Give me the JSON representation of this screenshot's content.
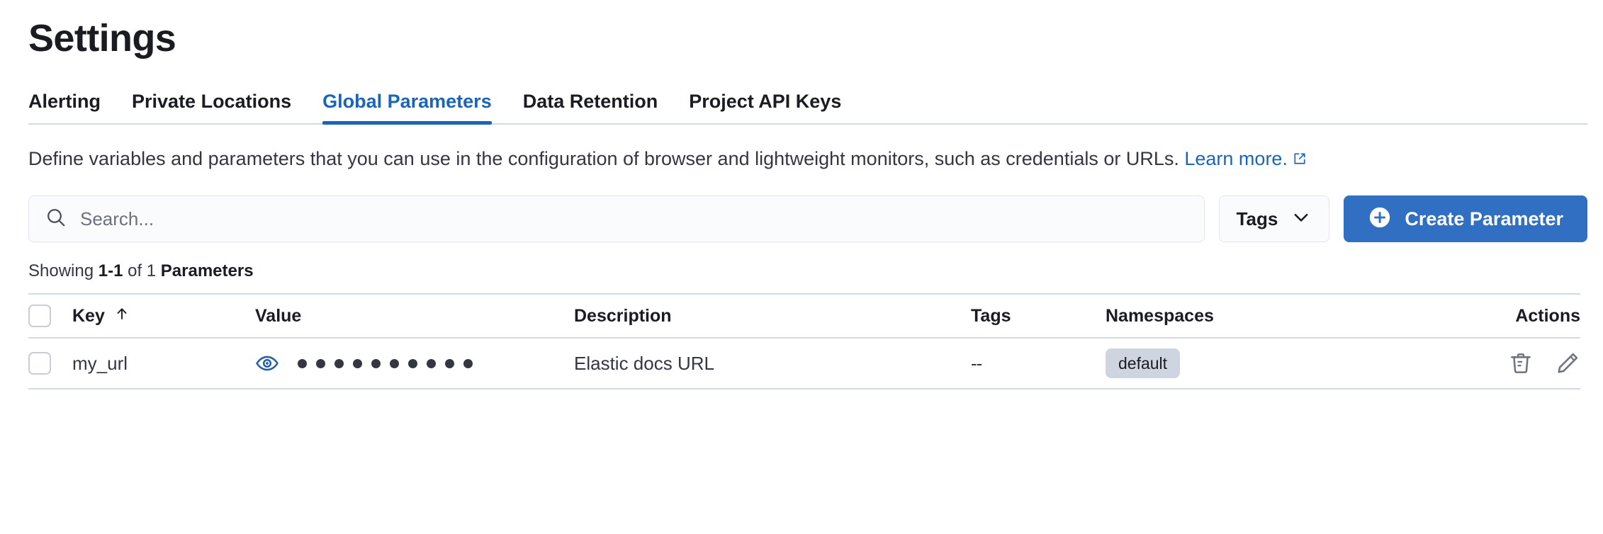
{
  "page": {
    "title": "Settings"
  },
  "tabs": [
    {
      "label": "Alerting",
      "active": false,
      "name": "tab-alerting"
    },
    {
      "label": "Private Locations",
      "active": false,
      "name": "tab-private-locations"
    },
    {
      "label": "Global Parameters",
      "active": true,
      "name": "tab-global-parameters"
    },
    {
      "label": "Data Retention",
      "active": false,
      "name": "tab-data-retention"
    },
    {
      "label": "Project API Keys",
      "active": false,
      "name": "tab-project-api-keys"
    }
  ],
  "description": {
    "text": "Define variables and parameters that you can use in the configuration of browser and lightweight monitors, such as credentials or URLs. ",
    "link_text": "Learn more.",
    "link_icon": "external-link-icon"
  },
  "controls": {
    "search_placeholder": "Search...",
    "search_value": "",
    "search_icon": "search-icon",
    "tags_label": "Tags",
    "tags_icon": "chevron-down-icon",
    "create_label": "Create Parameter",
    "create_icon": "plus-circle-icon"
  },
  "showing": {
    "prefix": "Showing ",
    "range": "1-1",
    "middle": " of 1 ",
    "entity": "Parameters"
  },
  "table": {
    "columns": [
      {
        "label": "Key",
        "sort_icon": "arrow-up-icon",
        "name": "column-key"
      },
      {
        "label": "Value",
        "name": "column-value"
      },
      {
        "label": "Description",
        "name": "column-description"
      },
      {
        "label": "Tags",
        "name": "column-tags"
      },
      {
        "label": "Namespaces",
        "name": "column-namespaces"
      },
      {
        "label": "Actions",
        "name": "column-actions"
      }
    ],
    "rows": [
      {
        "key": "my_url",
        "value_masked": "••••••••••",
        "value_dot_count": 10,
        "value_toggle_icon": "eye-icon",
        "description": "Elastic docs URL",
        "tags": "--",
        "namespaces": [
          "default"
        ],
        "actions": [
          "trash-icon",
          "pencil-icon"
        ]
      }
    ]
  },
  "colors": {
    "accent_blue": "#1B65B8",
    "button_blue": "#306FC2",
    "text_dark": "#1A1C21",
    "text_body": "#343741",
    "border": "#D3DAE6",
    "badge_bg": "#CED4E0",
    "icon_gray": "#69707D"
  }
}
